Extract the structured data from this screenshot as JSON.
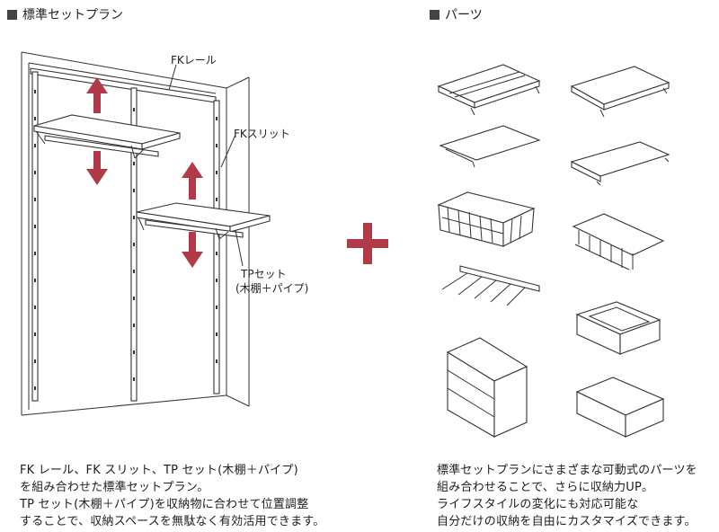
{
  "left_section": {
    "title": "標準セットプラン",
    "labels": {
      "fk_rail": "FKレール",
      "fk_slit": "FKスリット",
      "tp_set_line1": "TPセット",
      "tp_set_line2": "(木棚＋パイプ)"
    },
    "caption": [
      "FK レール、FK スリット、TP セット(木棚＋パイプ)",
      "を組み合わせた標準セットプラン。",
      "TP セット(木棚＋パイプ)を収納物に合わせて位置調整",
      "することで、収納スペースを無駄なく有効活用できます。"
    ]
  },
  "right_section": {
    "title": "パーツ",
    "caption": [
      "標準セットプランにさまざまな可動式のパーツを",
      "組み合わせることで、さらに収納力UP。",
      "ライフスタイルの変化にも対応可能な",
      "自分だけの収納を自由にカスタマイズできます。"
    ]
  },
  "plus_symbol": "＋",
  "colors": {
    "arrow": "#b03a48",
    "plus": "#b03a48",
    "line": "#333333"
  }
}
